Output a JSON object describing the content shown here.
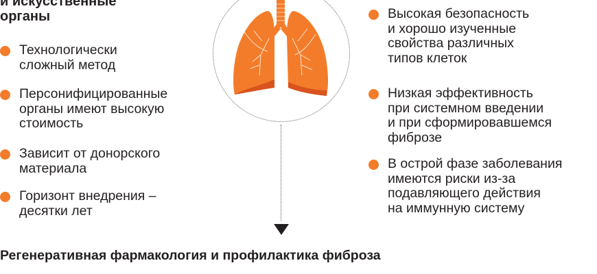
{
  "left": {
    "heading": "и искусственные\nорганы",
    "items": [
      "Технологически\nсложный метод",
      "Персонифицированные\nорганы имеют высокую\nстоимость",
      "Зависит от донорского\nматериала",
      "Горизонт внедрения –\nдесятки лет"
    ]
  },
  "right": {
    "items": [
      "Высокая безопасность\nи хорошо изученные\nсвойства различных\nтипов клеток",
      "Низкая эффективность\nпри системном введении\nи при сформировавшемся\nфиброзе",
      "В острой фазе заболевания\nимеются риски из-за\nподавляющего действия\nна иммунную систему"
    ]
  },
  "bottom_heading": "Регенеративная фармакология и профилактика фиброза",
  "colors": {
    "accent": "#f37c2a",
    "accent_dark": "#d9531e"
  }
}
